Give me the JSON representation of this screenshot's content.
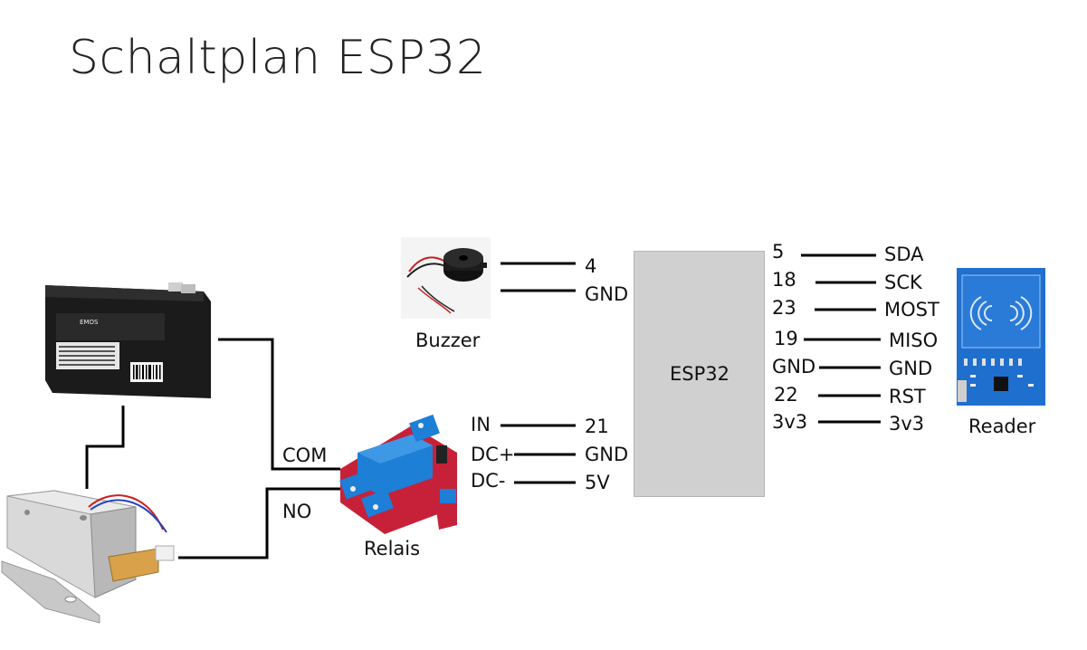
{
  "title": "Schaltplan ESP32",
  "esp32": {
    "label": "ESP32"
  },
  "buzzer": {
    "label": "Buzzer",
    "pins": [
      "4",
      "GND"
    ]
  },
  "relais": {
    "label": "Relais",
    "contacts": [
      "COM",
      "NO"
    ],
    "module_pins": [
      "IN",
      "DC+",
      "DC-"
    ],
    "esp_pins": [
      "21",
      "GND",
      "5V"
    ]
  },
  "reader": {
    "label": "Reader",
    "esp_pins": [
      "5",
      "18",
      "23",
      "19",
      "GND",
      "22",
      "3v3"
    ],
    "reader_pins": [
      "SDA",
      "SCK",
      "MOST",
      "MISO",
      "GND",
      "RST",
      "3v3"
    ]
  },
  "battery": {
    "brand": "EMOS",
    "text_lines": [
      "SEALED RECHARGEABLE ACID BATTERY",
      "HERMETICKY UZAVRENY OLOVENY AKUMULATOR",
      "12V 9Ah",
      "MODEL: EP-12"
    ]
  },
  "colors": {
    "esp_fill": "#d0d0d0",
    "wire": "#000000",
    "reader_blue": "#1f6fcf",
    "relay_red": "#c7213a",
    "relay_blue": "#1e7fd6"
  }
}
